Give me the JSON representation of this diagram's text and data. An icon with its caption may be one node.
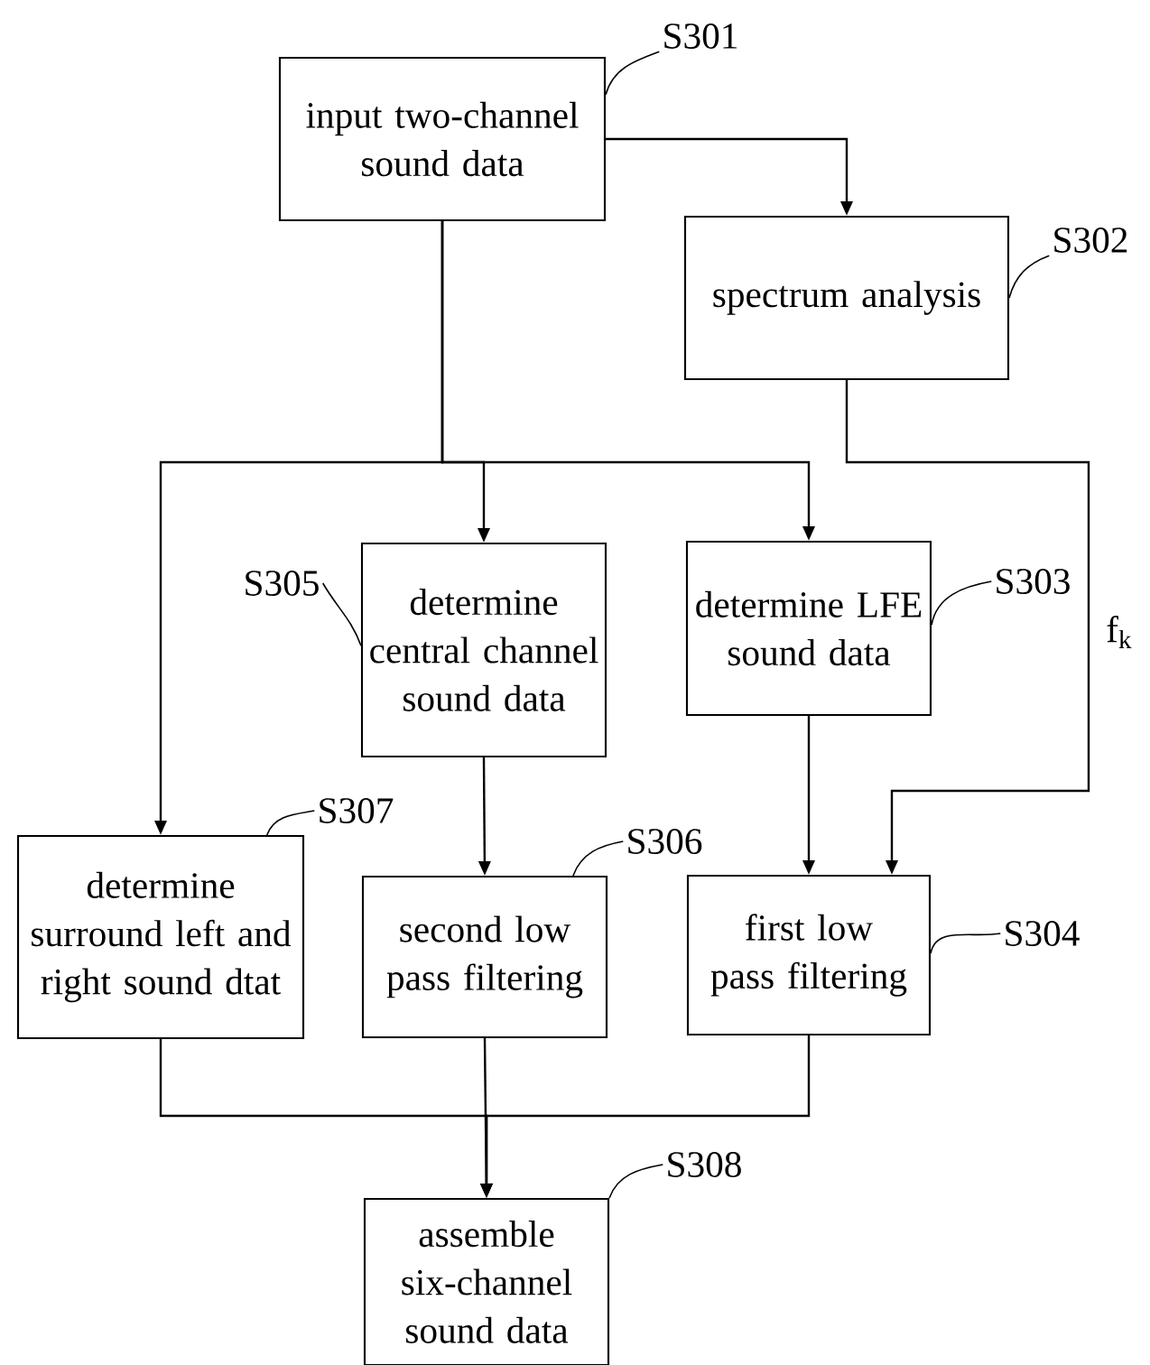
{
  "diagram": {
    "nodes": [
      {
        "text": [
          "input two-channel sound data"
        ]
      },
      {
        "text": [
          "spectrum analysis"
        ]
      },
      {
        "text": [
          "determine central channel sound data"
        ]
      },
      {
        "text": [
          "determine LFE sound data"
        ]
      },
      {
        "text": [
          "determine surround left and right sound dtat"
        ]
      },
      {
        "text": [
          "second low pass filtering"
        ]
      },
      {
        "text": [
          "first low pass filtering"
        ]
      },
      {
        "text": [
          "assemble six-channel sound data"
        ]
      },
      {
        "text": [
          "S301"
        ]
      },
      {
        "text": [
          "S302"
        ]
      },
      {
        "text": [
          "S305"
        ]
      },
      {
        "text": [
          "S303"
        ]
      },
      {
        "text": [
          "S307"
        ]
      },
      {
        "text": [
          "S306"
        ]
      },
      {
        "text": [
          "S304"
        ]
      },
      {
        "text": [
          "S308"
        ]
      }
    ],
    "edges": [
      {
        "from": 0,
        "to": 1,
        "arrow": "to"
      },
      {
        "from": 0,
        "to": 2,
        "arrow": "to"
      },
      {
        "from": 0,
        "to": 3,
        "arrow": "to"
      },
      {
        "from": 0,
        "to": 4,
        "arrow": "to"
      },
      {
        "from": 1,
        "to": 6,
        "arrow": "to",
        "label": "f$_{k}$"
      },
      {
        "from": 2,
        "to": 5,
        "arrow": "to"
      },
      {
        "from": 3,
        "to": 6,
        "arrow": "to"
      },
      {
        "from": 4,
        "to": 7,
        "arrow": "to"
      },
      {
        "from": 5,
        "to": 7,
        "arrow": "to"
      },
      {
        "from": 6,
        "to": 7,
        "arrow": "to"
      },
      {
        "from": 8,
        "to": 0,
        "arrow": "none"
      },
      {
        "from": 9,
        "to": 1,
        "arrow": "none"
      },
      {
        "from": 10,
        "to": 2,
        "arrow": "none"
      },
      {
        "from": 11,
        "to": 3,
        "arrow": "none"
      },
      {
        "from": 12,
        "to": 4,
        "arrow": "none"
      },
      {
        "from": 13,
        "to": 5,
        "arrow": "none"
      },
      {
        "from": 14,
        "to": 6,
        "arrow": "none"
      },
      {
        "from": 15,
        "to": 7,
        "arrow": "none"
      }
    ]
  }
}
